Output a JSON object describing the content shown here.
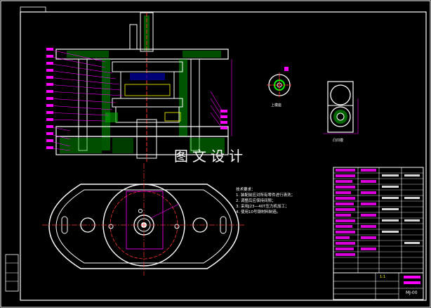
{
  "watermark": "图文设计",
  "tech_requirements": {
    "heading": "技术要求：",
    "lines": [
      "1. 装配前应对所有零件进行清洗；",
      "2. 调整后应保持间隙；",
      "3. 采用J23—40T压力机加工；",
      "4. 使用10号钢材料制造。"
    ]
  },
  "view_labels": {
    "top_small": "上模座",
    "right_small": "凸凹模"
  },
  "title_block": {
    "drawing_code": "MJ-00",
    "scale": "1:1"
  },
  "colors": {
    "background": "#000000",
    "outline": "#ffffff",
    "hatch": "#00ff00",
    "dimension": "#ff00ff",
    "center": "#ff3030"
  }
}
